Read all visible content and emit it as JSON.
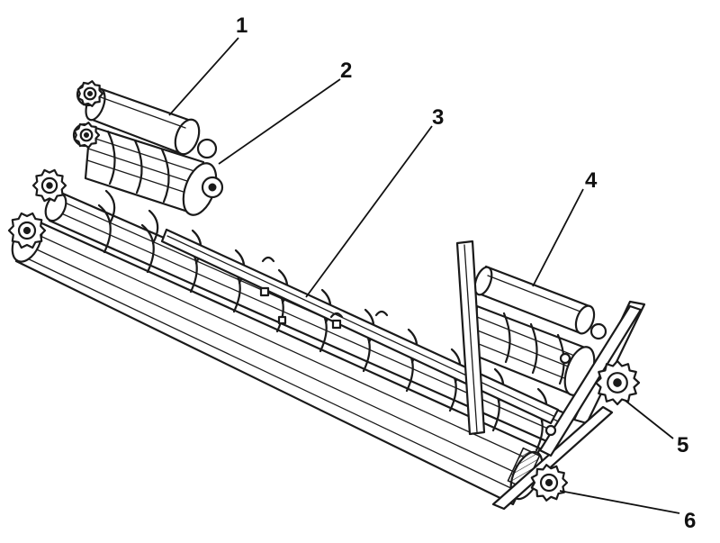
{
  "labels": [
    {
      "id": "1",
      "text": "1"
    },
    {
      "id": "2",
      "text": "2"
    },
    {
      "id": "3",
      "text": "3"
    },
    {
      "id": "4",
      "text": "4"
    },
    {
      "id": "5",
      "text": "5"
    },
    {
      "id": "6",
      "text": "6"
    }
  ],
  "colors": {
    "ink": "#1a1a1a",
    "background": "#ffffff"
  }
}
